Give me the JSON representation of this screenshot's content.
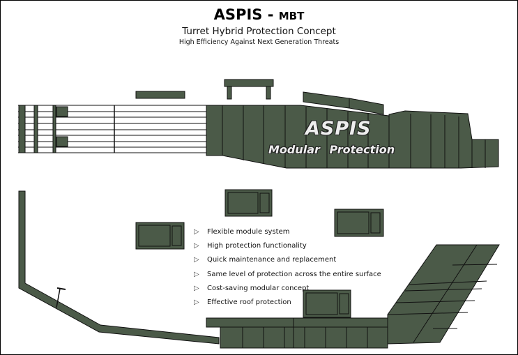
{
  "header": {
    "title": "ASPIS -",
    "title_suffix": "MBT",
    "subtitle": "Turret Hybrid Protection Concept",
    "tagline": "High Efficiency Against Next Generation Threats"
  },
  "drawing": {
    "brand_name": "ASPIS",
    "brand_caption": "Modular Protection",
    "armor_color": "#4b5a48"
  },
  "features": [
    {
      "icon": "pointing-hand-icon",
      "label": "Flexible module system"
    },
    {
      "icon": "pointing-hand-icon",
      "label": "High protection functionality"
    },
    {
      "icon": "pointing-hand-icon",
      "label": "Quick maintenance and replacement"
    },
    {
      "icon": "pointing-hand-icon",
      "label": "Same level of protection across the entire surface"
    },
    {
      "icon": "pointing-hand-icon",
      "label": "Cost-saving modular concept"
    },
    {
      "icon": "pointing-hand-icon",
      "label": "Effective roof protection"
    }
  ]
}
